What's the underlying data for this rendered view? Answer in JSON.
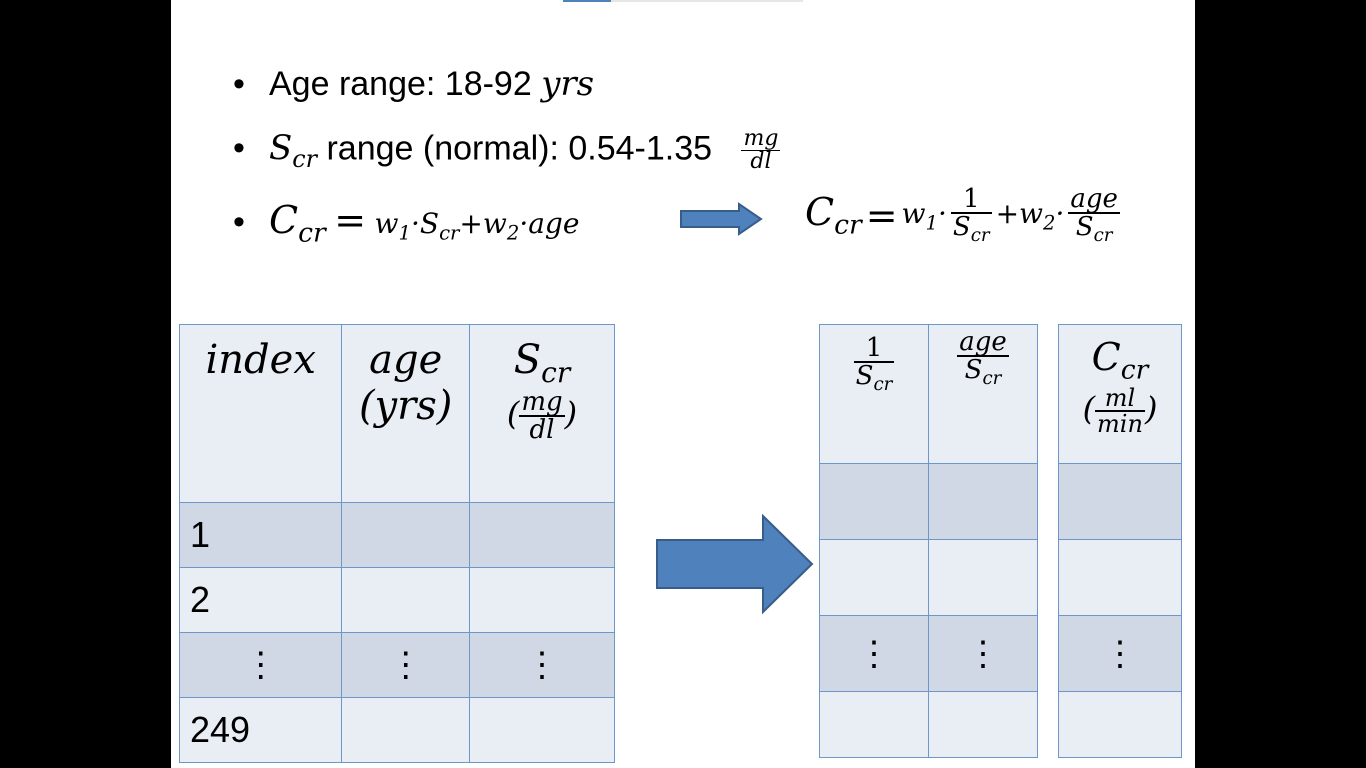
{
  "bullets": {
    "age_label": "Age range: 18-92",
    "age_unit": "yrs",
    "scr_symbol": "S",
    "scr_sub": "cr",
    "scr_label": "range (normal): 0.54-1.35",
    "unit_num": "mg",
    "unit_den": "dl",
    "ccr_symbol": "C",
    "ccr_sub": "cr",
    "eq_sign": "=",
    "w1": "w",
    "w1_sub": "1",
    "w2": "w",
    "w2_sub": "2",
    "age": "age",
    "one": "1"
  },
  "left_table": {
    "headers": {
      "index": "index",
      "age": "age",
      "age_unit": "(yrs)",
      "scr": "S",
      "scr_sub": "cr",
      "unit_num": "mg",
      "unit_den": "dl"
    },
    "rows": [
      "1",
      "2",
      "⋮",
      "249"
    ],
    "vdots": "⋮"
  },
  "right_table": {
    "headers": {
      "one": "1",
      "age": "age",
      "s": "S",
      "sub": "cr"
    },
    "vdots": "⋮"
  },
  "ccr_table": {
    "header": {
      "symbol": "C",
      "sub": "cr",
      "unit_num": "ml",
      "unit_den": "min"
    },
    "vdots": "⋮"
  },
  "colors": {
    "arrow_fill": "#4f81bd",
    "arrow_stroke": "#385d8a",
    "row_dark": "#d0d8e6",
    "row_light": "#e9edf4",
    "border": "#6d96c9"
  }
}
